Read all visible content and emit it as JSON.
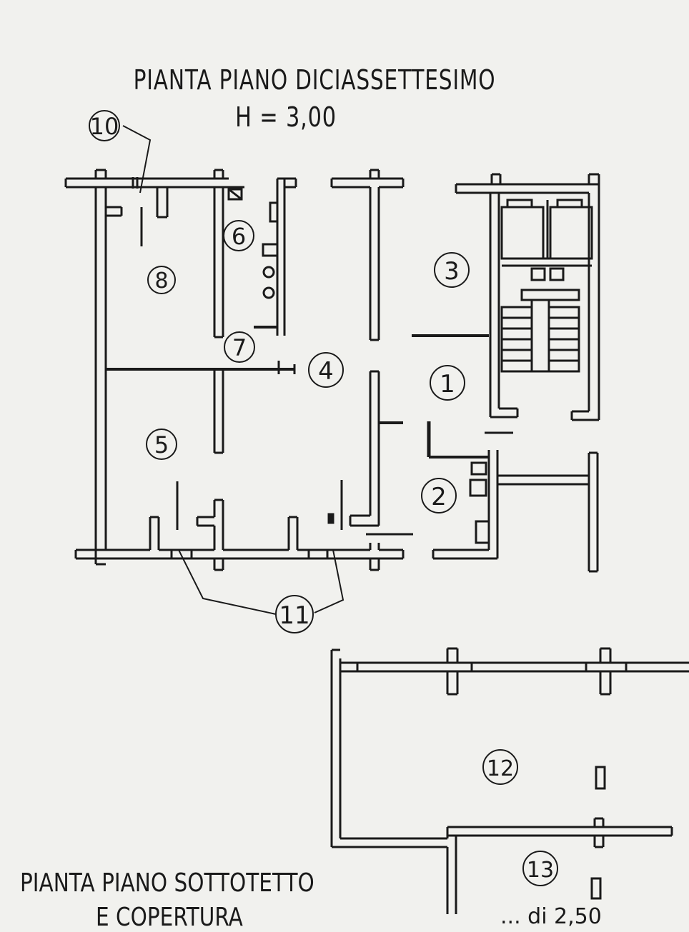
{
  "plan": {
    "title": "PIANTA PIANO DICIASSETTESIMO",
    "height_label": "H = 3,00",
    "attic_title_line1": "PIANTA PIANO SOTTOTETTO",
    "attic_title_line2": "E COPERTURA",
    "bottom_note": "... di 2,50"
  },
  "rooms": [
    {
      "id": "room-1",
      "label": "1"
    },
    {
      "id": "room-2",
      "label": "2"
    },
    {
      "id": "room-3",
      "label": "3"
    },
    {
      "id": "room-4",
      "label": "4"
    },
    {
      "id": "room-5",
      "label": "5"
    },
    {
      "id": "room-6",
      "label": "6"
    },
    {
      "id": "room-7",
      "label": "7"
    },
    {
      "id": "room-8",
      "label": "8"
    },
    {
      "id": "room-10",
      "label": "10"
    },
    {
      "id": "room-11",
      "label": "11"
    },
    {
      "id": "room-12",
      "label": "12"
    },
    {
      "id": "room-13",
      "label": "13"
    }
  ],
  "colors": {
    "ink": "#1a1a1a",
    "paper": "#f1f1ee"
  }
}
